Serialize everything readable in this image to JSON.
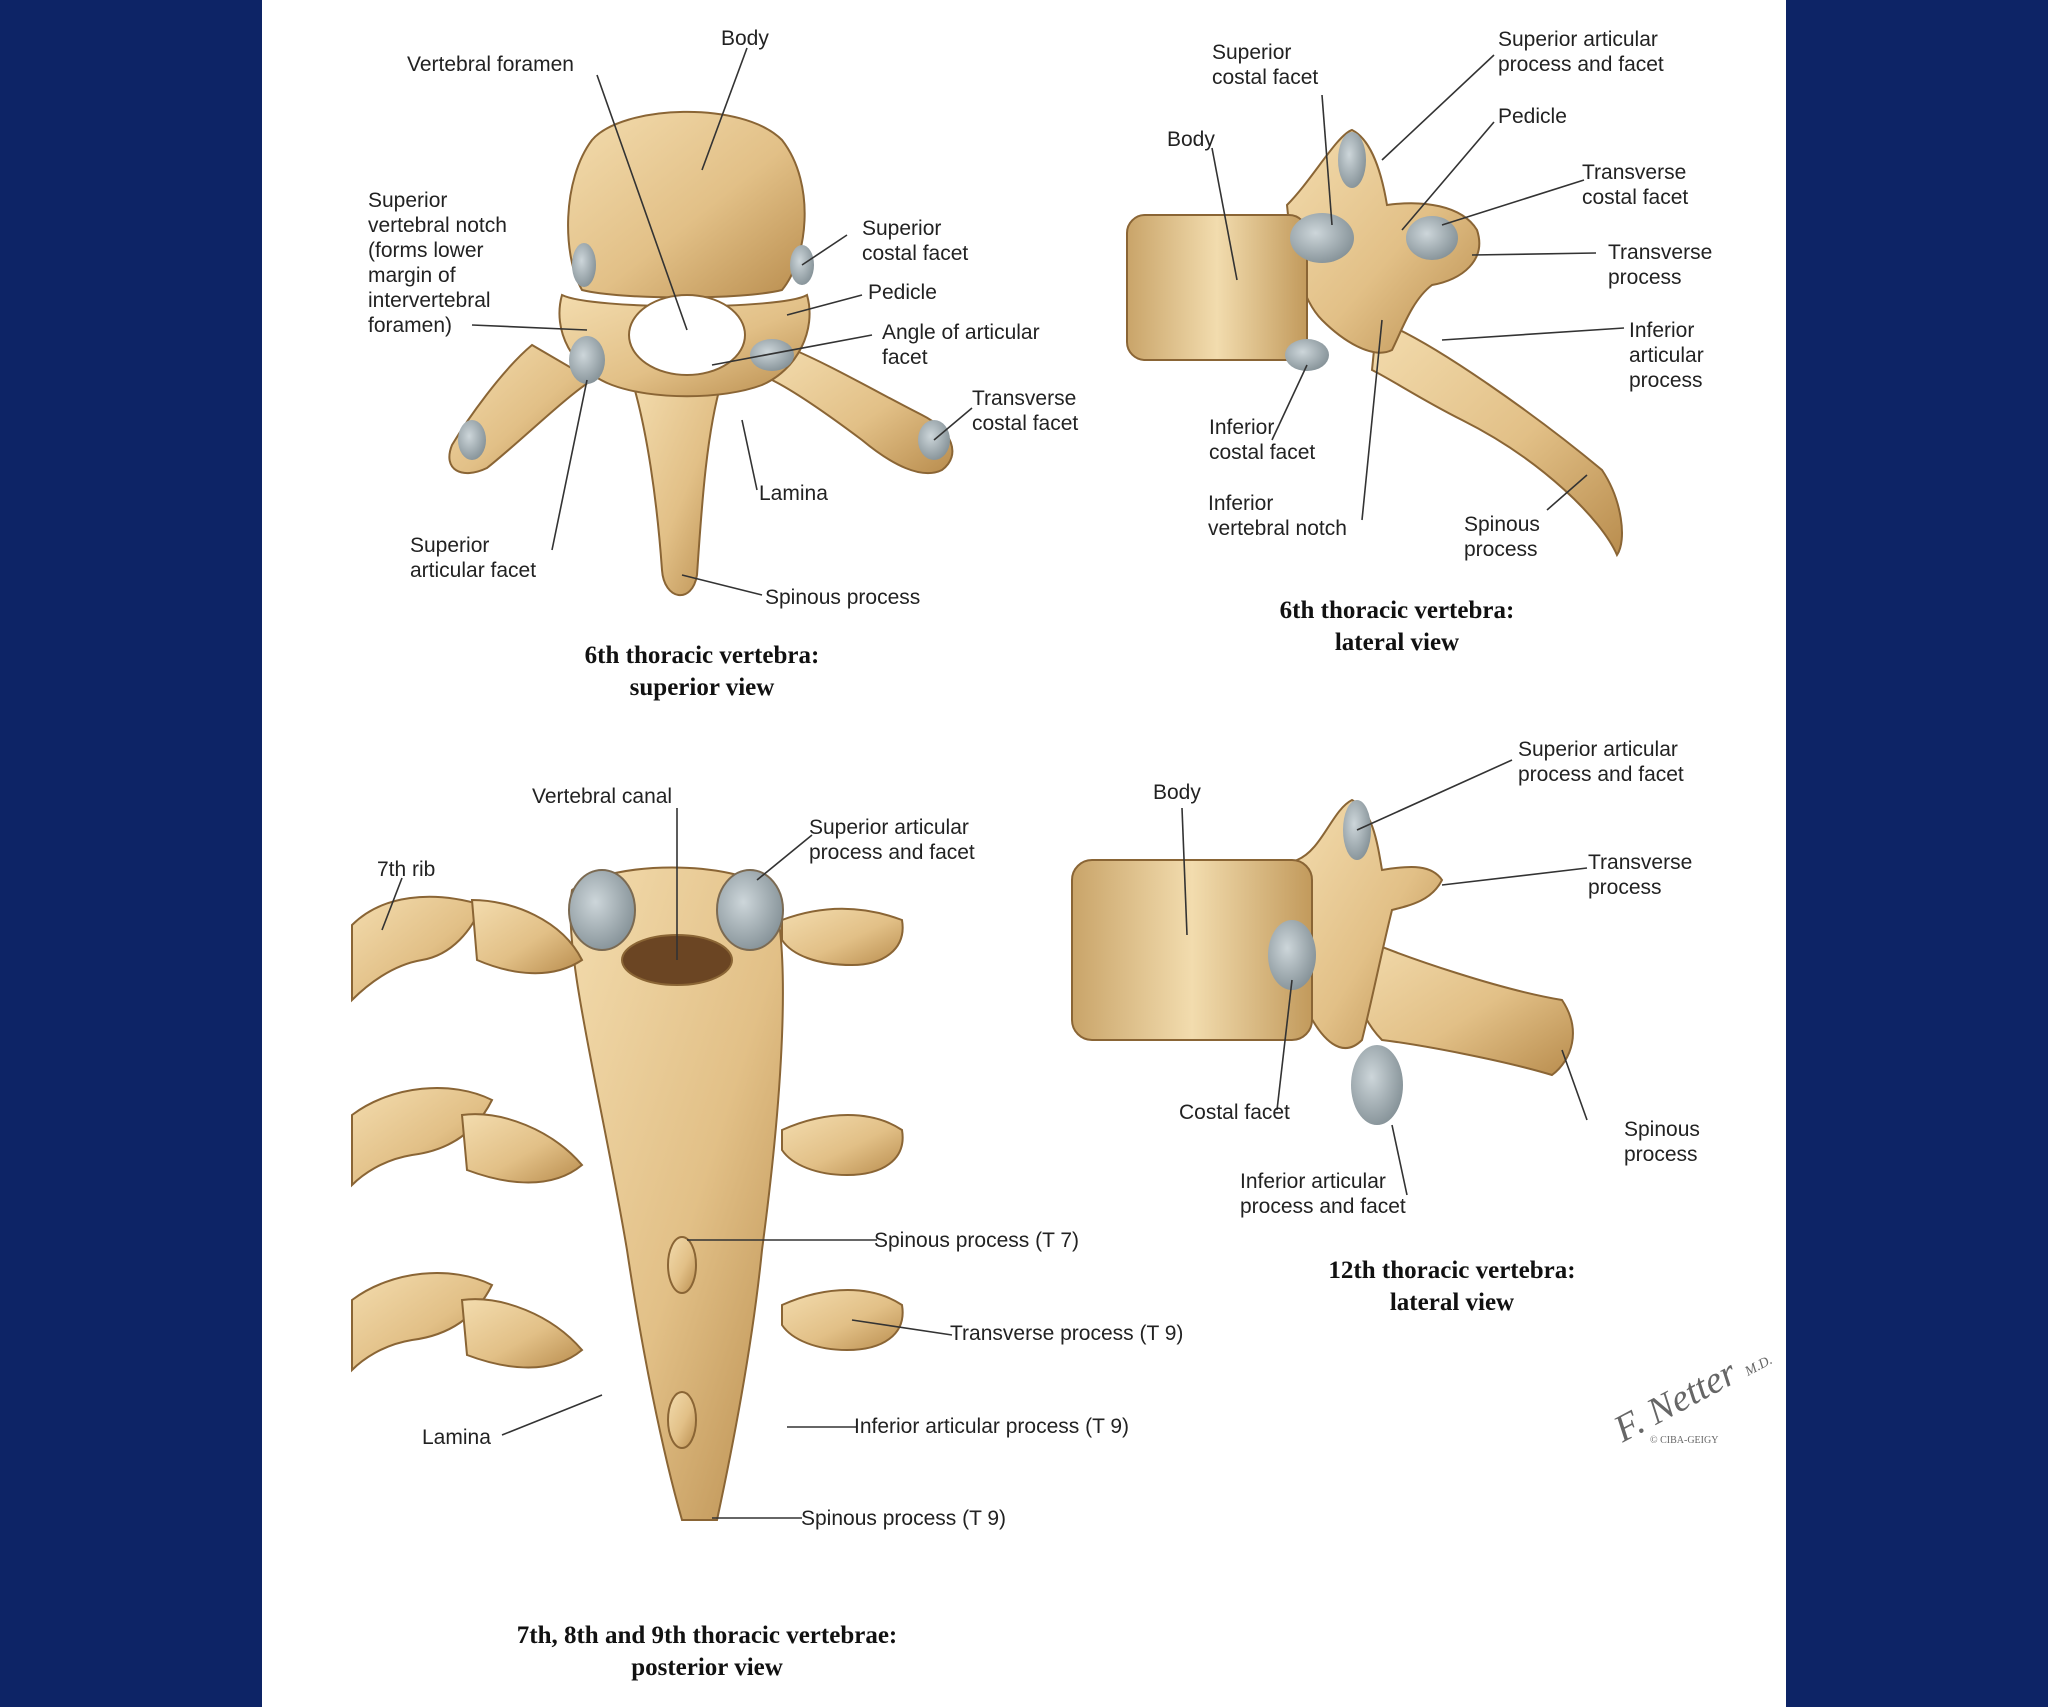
{
  "colors": {
    "background": "#0d2466",
    "panel": "#ffffff",
    "bone": "#e3c48a",
    "bone_shadow": "#b98d4e",
    "facet": "#9aa7ad"
  },
  "figures": [
    {
      "id": "t6-superior",
      "caption": "6th thoracic vertebra:\nsuperior view",
      "labels": [
        "Body",
        "Vertebral foramen",
        "Superior\nvertebral notch\n(forms lower\nmargin of\nintervertebral\nforamen)",
        "Superior\ncostal facet",
        "Pedicle",
        "Angle of articular\nfacet",
        "Transverse\ncostal facet",
        "Lamina",
        "Superior\narticular facet",
        "Spinous process"
      ]
    },
    {
      "id": "t6-lateral",
      "caption": "6th thoracic vertebra:\nlateral view",
      "labels": [
        "Superior\ncostal facet",
        "Superior articular\nprocess and facet",
        "Pedicle",
        "Body",
        "Transverse\ncostal facet",
        "Transverse\nprocess",
        "Inferior\narticular\nprocess",
        "Inferior\ncostal facet",
        "Inferior\nvertebral notch",
        "Spinous\nprocess"
      ]
    },
    {
      "id": "t7-t9-posterior",
      "caption": "7th, 8th and 9th thoracic vertebrae:\nposterior view",
      "labels": [
        "Vertebral canal",
        "Superior articular\nprocess and facet",
        "7th rib",
        "Spinous process (T 7)",
        "Transverse process (T 9)",
        "Lamina",
        "Inferior articular process (T 9)",
        "Spinous process (T 9)"
      ]
    },
    {
      "id": "t12-lateral",
      "caption": "12th thoracic vertebra:\nlateral view",
      "labels": [
        "Superior articular\nprocess and facet",
        "Body",
        "Transverse\nprocess",
        "Costal facet",
        "Spinous\nprocess",
        "Inferior articular\nprocess and facet"
      ]
    }
  ],
  "signature": {
    "name": "F. Netter",
    "suffix": "M.D.",
    "copyright": "© CIBA-GEIGY"
  }
}
